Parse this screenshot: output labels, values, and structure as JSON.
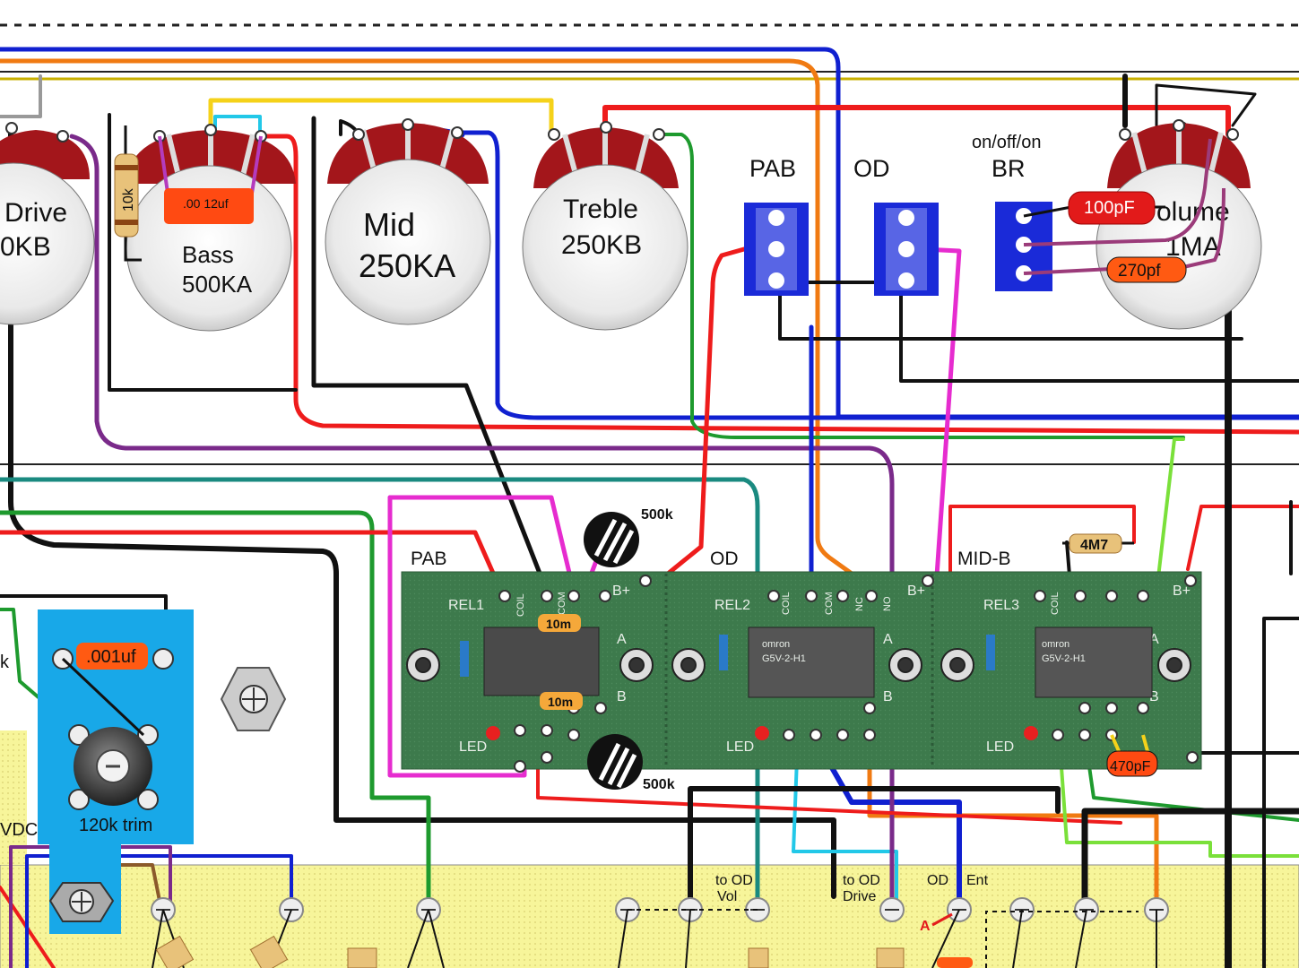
{
  "pots": {
    "drive": {
      "line1": "Drive",
      "line2": "0KB"
    },
    "bass": {
      "line1": "Bass",
      "line2": "500KA"
    },
    "mid": {
      "line1": "Mid",
      "line2": "250KA"
    },
    "treble": {
      "line1": "Treble",
      "line2": "250KB"
    },
    "volume": {
      "line1": "olume",
      "line2": "1MA"
    }
  },
  "switches": {
    "pab": "PAB",
    "od": "OD",
    "br_mode": "on/off/on",
    "br": "BR"
  },
  "components": {
    "bass_cap": ".00 12uf",
    "bass_resistor": "10k",
    "br_cap_1": "100pF",
    "br_cap_2": "270pf",
    "trim_cap": ".001uf",
    "trim": "120k trim",
    "relay_cap": "470pF",
    "relay_resistor": "4M7",
    "trim_pot_top": "500k",
    "trim_pot_bottom": "500k",
    "res_10m_top": "10m",
    "res_10m_bottom": "10m"
  },
  "relay_board": {
    "sections": [
      "PAB",
      "OD",
      "MID-B"
    ],
    "relays": [
      "REL1",
      "REL2",
      "REL3"
    ],
    "pin_coil": "COIL",
    "pin_com": "COM",
    "pin_nc": "NC",
    "pin_no": "NO",
    "bplus": "B+",
    "led": "LED",
    "pad_a": "A",
    "pad_b": "B",
    "relay_brand": "omron",
    "relay_model": "G5V-2-H1"
  },
  "bottom_board": {
    "to_od_vol": [
      "to OD",
      "Vol"
    ],
    "to_od_drive": [
      "to OD",
      "Drive"
    ],
    "od": "OD",
    "ent": "Ent",
    "mark_a": "A"
  },
  "left_edge": {
    "k_label": "k",
    "vdc_label": "VDC"
  },
  "colors": {
    "red": "#ee1c1c",
    "blue": "#1020d0",
    "orange": "#f07a12",
    "yellow": "#f5d21a",
    "purple": "#7a2a8a",
    "magenta": "#e62ccf",
    "green": "#1e9a2e",
    "lime": "#7ae03a",
    "teal": "#1a8a80",
    "cyan": "#22c8e8",
    "pcb": "#3d7a4c",
    "pot_body": "#a3161b",
    "switch": "#1a2ad8",
    "trim_board": "#18a8e8",
    "bottom_board": "#f7f59a"
  }
}
